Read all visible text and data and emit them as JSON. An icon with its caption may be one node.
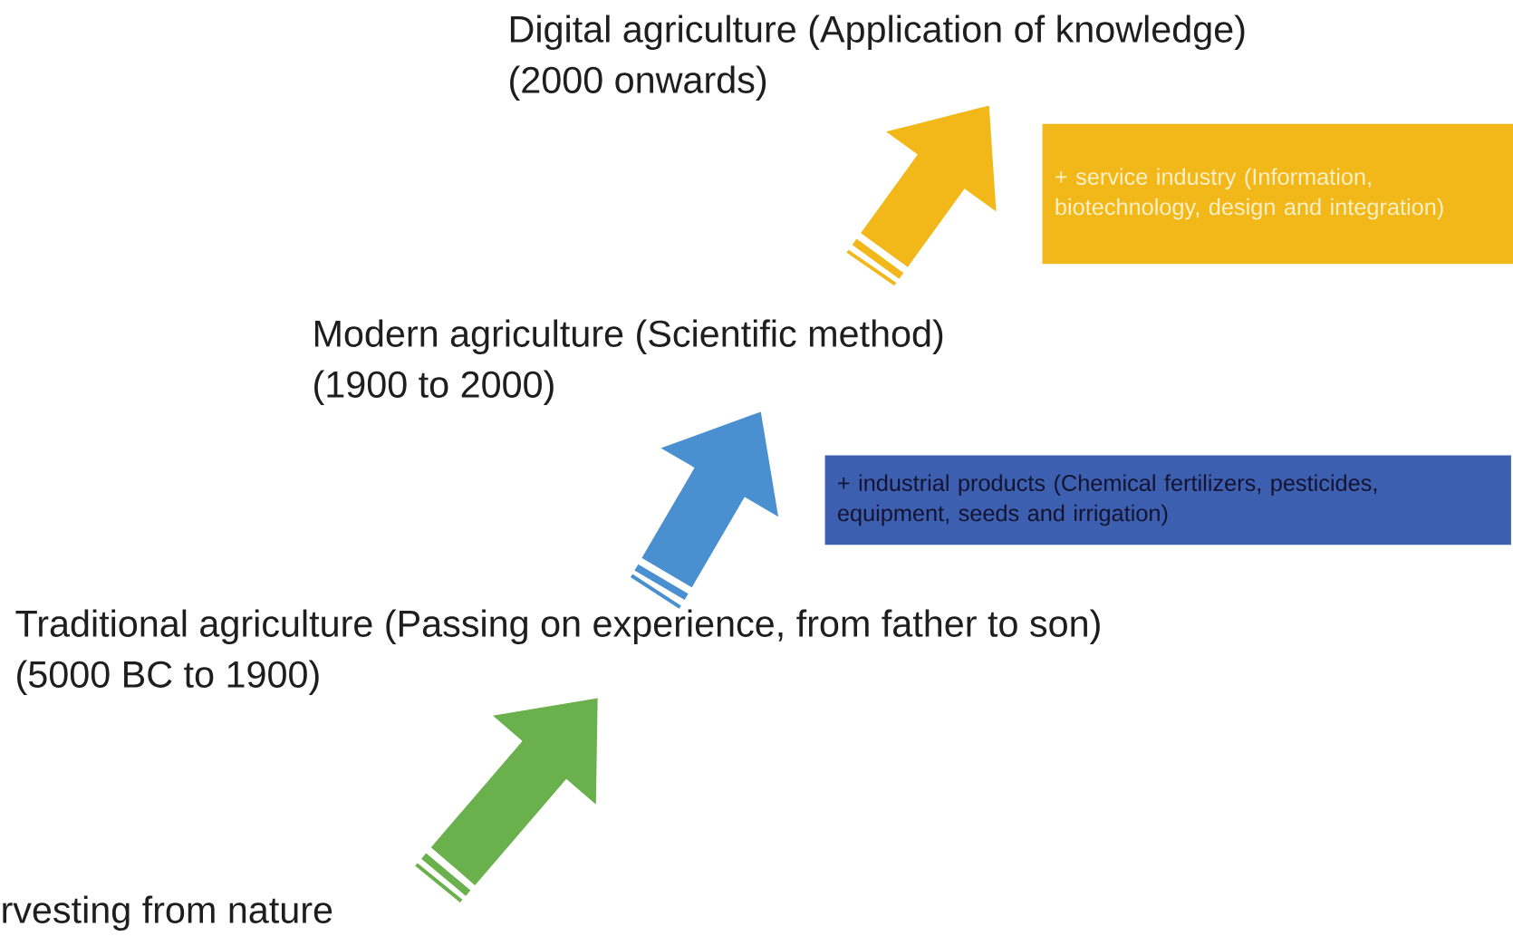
{
  "diagram": {
    "nodes": [
      {
        "text": [
          "Digital agriculture (Application of knowledge)",
          "(2000 onwards)"
        ]
      },
      {
        "text": [
          "+ service industry (Information, biotechnology, design and integration)"
        ]
      },
      {
        "text": [
          "Modern agriculture (Scientific method)",
          "(1900 to 2000)"
        ]
      },
      {
        "text": [
          "+ industrial products (Chemical fertilizers, pesticides, equipment, seeds and irrigation)"
        ]
      },
      {
        "text": [
          "Traditional agriculture (Passing on experience, from father to son)",
          "(5000 BC to 1900)"
        ]
      },
      {
        "text": [
          "rvesting from nature"
        ]
      }
    ],
    "edges": [
      {
        "from": 5,
        "to": 4,
        "arrow": "to",
        "color": "#6ab04c"
      },
      {
        "from": 4,
        "to": 2,
        "arrow": "to",
        "color": "#4a90d0"
      },
      {
        "from": 2,
        "to": 0,
        "arrow": "to",
        "color": "#f2b81a"
      }
    ]
  }
}
